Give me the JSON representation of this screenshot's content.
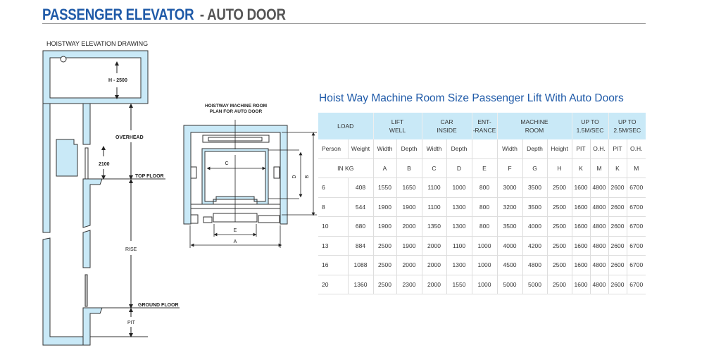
{
  "header": {
    "title": "PASSENGER ELEVATOR",
    "subtitle": "- AUTO DOOR"
  },
  "elevation": {
    "title": "HOISTWAY ELEVATION DRAWING",
    "h_label": "H - 2500",
    "overhead": "OVERHEAD",
    "door_height": "2100",
    "top_floor": "TOP FLOOR",
    "rise": "RISE",
    "ground_floor": "GROUND FLOOR",
    "pit": "PIT"
  },
  "plan": {
    "title_line1": "HOISTWAY MACHINE ROOM",
    "title_line2": "PLAN FOR AUTO DOOR",
    "a": "A",
    "b": "B",
    "c": "C",
    "d": "D",
    "e": "E"
  },
  "table": {
    "title": "Hoist Way Machine Room Size Passenger Lift With Auto Doors",
    "group_headers": [
      "LOAD",
      "LIFT\nWELL",
      "CAR\nINSIDE",
      "ENT-\n-RANCE",
      "MACHINE\nROOM",
      "UP TO\n1.5M/SEC",
      "UP TO\n2.5M/SEC"
    ],
    "sub_headers": [
      "Person",
      "Weight",
      "Width",
      "Depth",
      "Width",
      "Depth",
      "",
      "Width",
      "Depth",
      "Height",
      "PIT",
      "O.H.",
      "PIT",
      "O.H."
    ],
    "codes": [
      "IN KG",
      "A",
      "B",
      "C",
      "D",
      "E",
      "F",
      "G",
      "H",
      "K",
      "M",
      "K",
      "M"
    ],
    "rows": [
      [
        "6",
        "408",
        "1550",
        "1650",
        "1100",
        "1000",
        "800",
        "3000",
        "3500",
        "2500",
        "1600",
        "4800",
        "2600",
        "6700"
      ],
      [
        "8",
        "544",
        "1900",
        "1900",
        "1100",
        "1300",
        "800",
        "3200",
        "3500",
        "2500",
        "1600",
        "4800",
        "2600",
        "6700"
      ],
      [
        "10",
        "680",
        "1900",
        "2000",
        "1350",
        "1300",
        "800",
        "3500",
        "4000",
        "2500",
        "1600",
        "4800",
        "2600",
        "6700"
      ],
      [
        "13",
        "884",
        "2500",
        "1900",
        "2000",
        "1100",
        "1000",
        "4000",
        "4200",
        "2500",
        "1600",
        "4800",
        "2600",
        "6700"
      ],
      [
        "16",
        "1088",
        "2500",
        "2000",
        "2000",
        "1300",
        "1000",
        "4500",
        "4800",
        "2500",
        "1600",
        "4800",
        "2600",
        "6700"
      ],
      [
        "20",
        "1360",
        "2500",
        "2300",
        "2000",
        "1550",
        "1000",
        "5000",
        "5000",
        "2500",
        "1600",
        "4800",
        "2600",
        "6700"
      ]
    ]
  }
}
